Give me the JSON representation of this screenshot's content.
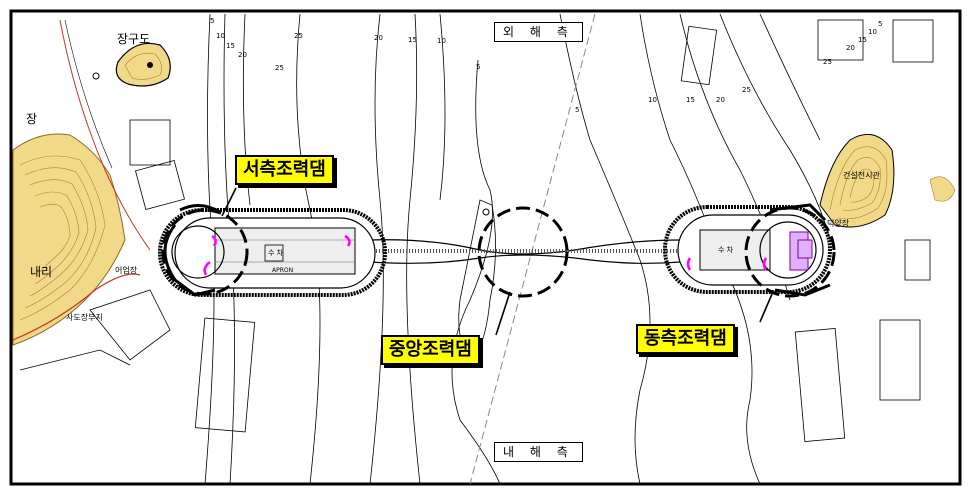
{
  "labels": {
    "west_dam": "서측조력댐",
    "center_dam": "중앙조력댐",
    "east_dam": "동측조력댐",
    "outer_sea": "외 해 측",
    "inner_sea": "내 해 측"
  },
  "places": {
    "janggudo": "장구도",
    "jang": "장",
    "nae_ri": "내리",
    "ieopjang": "어업장",
    "sado_site": "사도장부지",
    "east_island": "건설전시관",
    "east_area": "덕양장"
  },
  "apron_label": "APRON",
  "sluice_label": "수 차",
  "contours": {
    "west_top": [
      "5",
      "10",
      "15",
      "20",
      "25"
    ],
    "center_top": [
      "20",
      "15",
      "10",
      "5"
    ],
    "east_mid": [
      "5",
      "10",
      "15",
      "20",
      "25"
    ],
    "east_top": [
      "5",
      "10",
      "15",
      "20",
      "25"
    ]
  },
  "colors": {
    "highlight": "#ffff00",
    "island_fill": "#e8c66a",
    "shoreline": "#c0392b",
    "dam_marker": "#ff00ff"
  }
}
